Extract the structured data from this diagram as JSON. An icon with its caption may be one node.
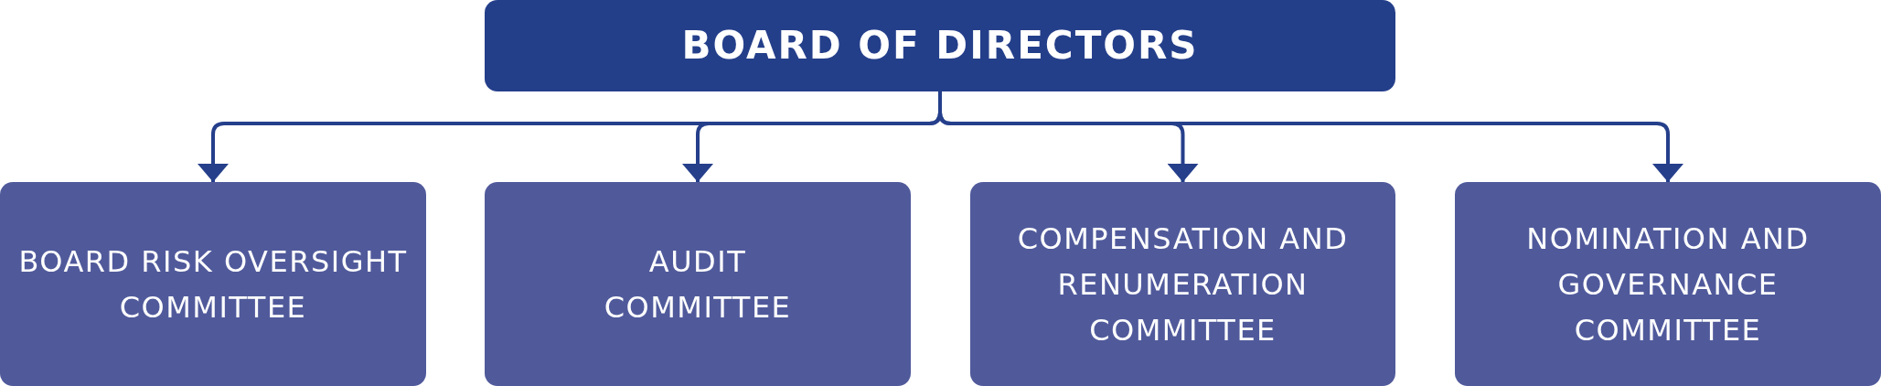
{
  "diagram": {
    "nodes": [
      {
        "text": [
          "BOARD OF DIRECTORS"
        ]
      },
      {
        "text": [
          "BOARD RISK OVERSIGHT COMMITTEE"
        ]
      },
      {
        "text": [
          "AUDIT COMMITTEE"
        ]
      },
      {
        "text": [
          "COMPENSATION AND RENUMERATION COMMITTEE"
        ]
      },
      {
        "text": [
          "NOMINATION AND GOVERNANCE COMMITTEE"
        ]
      }
    ],
    "edges": [
      {
        "from": 0,
        "to": 1,
        "arrow": "to"
      },
      {
        "from": 0,
        "to": 2,
        "arrow": "to"
      },
      {
        "from": 0,
        "to": 3,
        "arrow": "to"
      },
      {
        "from": 0,
        "to": 4,
        "arrow": "to"
      }
    ]
  }
}
